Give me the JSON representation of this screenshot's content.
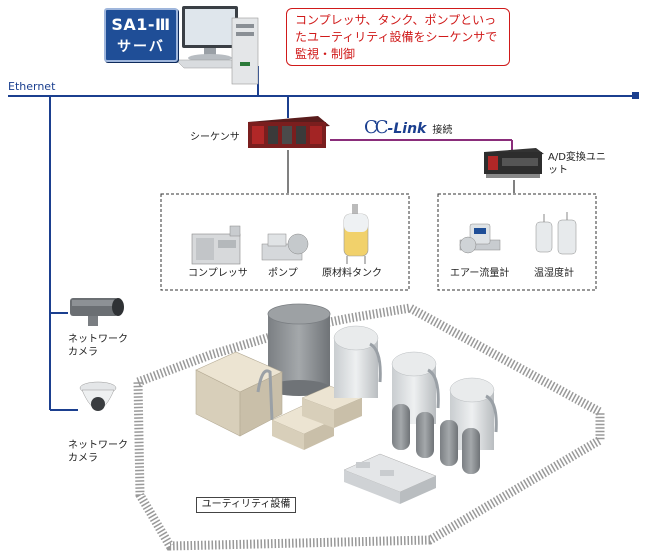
{
  "server": {
    "line1": "SA1-Ⅲ",
    "line2": "サーバ"
  },
  "callout": {
    "text": "コンプレッサ、タンク、ポンプといったユーティリティ設備をシーケンサで監視・制御"
  },
  "network": {
    "ethernet_label": "Ethernet",
    "cclink_logo_prefix": "CC",
    "cclink_logo_suffix": "-Link",
    "cclink_connection_label": "接続"
  },
  "nodes": {
    "sequencer": "シーケンサ",
    "ad_unit": "A/D変換ユニット",
    "camera_1": "ネットワークカメラ",
    "camera_2": "ネットワークカメラ"
  },
  "equipment_group_1": [
    "コンプレッサ",
    "ポンプ",
    "原材料タンク"
  ],
  "equipment_group_2": [
    "エアー流量計",
    "温湿度計"
  ],
  "facility_label": "ユーティリティ設備",
  "colors": {
    "network_line": "#1b3f8f",
    "cclink_line": "#8a2d7a",
    "callout_border": "#d01a1a",
    "badge_bg": "#1f4e97"
  }
}
